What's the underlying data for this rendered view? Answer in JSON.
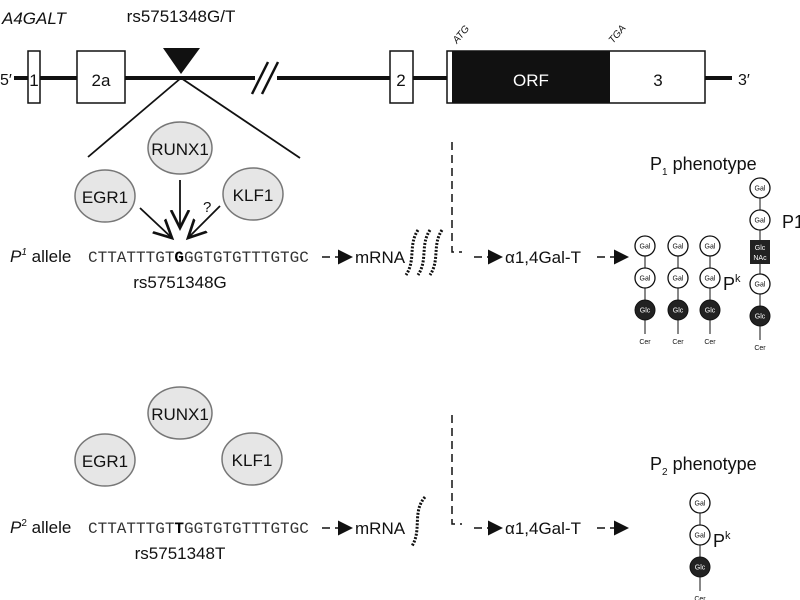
{
  "gene": {
    "name": "A4GALT",
    "snp": "rs5751348G/T",
    "five_prime": "5′",
    "three_prime": "3′",
    "exons": [
      "1",
      "2a",
      "2",
      "3"
    ],
    "orf": "ORF",
    "start_codon": "ATG",
    "stop_codon": "TGA"
  },
  "transcription_factors": [
    "RUNX1",
    "EGR1",
    "KLF1"
  ],
  "uncertain_mark": "?",
  "p1_allele": {
    "label_p": "P",
    "label_sup": "1",
    "label_rest": " allele",
    "seq_before": "CTTATTTGT",
    "seq_snp": "G",
    "seq_after": "GGTGTGTTTGTGC",
    "snp_label": "rs5751348G",
    "mrna": "mRNA",
    "enzyme": "α1,4Gal-T",
    "phenotype_p": "P",
    "phenotype_sub": "1",
    "phenotype_rest": " phenotype",
    "pk_label": "P",
    "pk_sup": "k",
    "p1_label": "P1"
  },
  "p2_allele": {
    "label_p": "P",
    "label_sup": "2",
    "label_rest": " allele",
    "seq_before": "CTTATTTGT",
    "seq_snp": "T",
    "seq_after": "GGTGTGTTTGTGC",
    "snp_label": "rs5751348T",
    "mrna": "mRNA",
    "enzyme": "α1,4Gal-T",
    "phenotype_p": "P",
    "phenotype_sub": "2",
    "phenotype_rest": " phenotype",
    "pk_label": "P",
    "pk_sup": "k"
  },
  "sugars": {
    "gal": "Gal",
    "glc": "Glc",
    "glcnac_1": "Glc",
    "glcnac_2": "NAc",
    "cer": "Cer"
  }
}
